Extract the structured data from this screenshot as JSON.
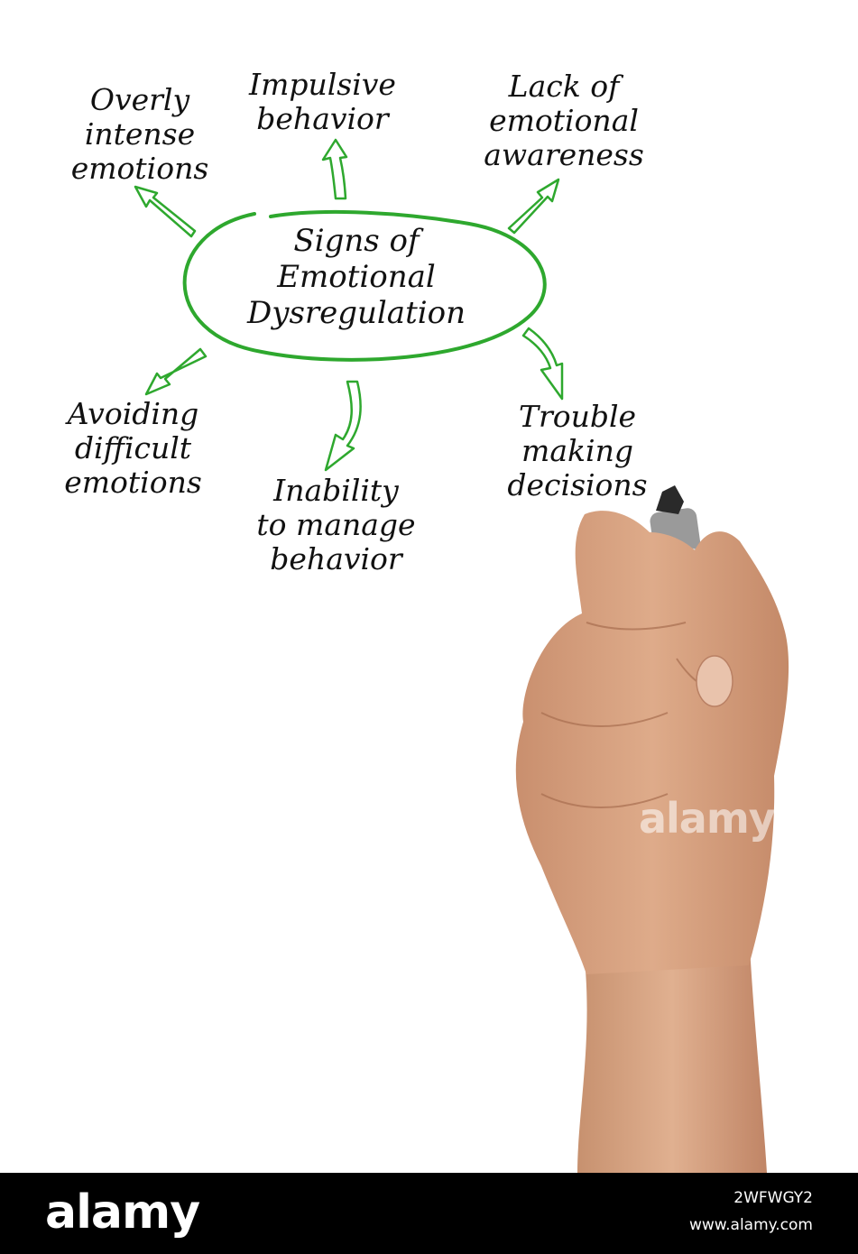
{
  "diagram": {
    "center": {
      "lines": [
        "Signs of",
        "Emotional",
        "Dysregulation"
      ]
    },
    "nodes": [
      {
        "id": "overly-intense-emotions",
        "lines": [
          "Overly",
          "intense",
          "emotions"
        ]
      },
      {
        "id": "impulsive-behavior",
        "lines": [
          "Impulsive",
          "behavior"
        ]
      },
      {
        "id": "lack-of-emotional-awareness",
        "lines": [
          "Lack of",
          "emotional",
          "awareness"
        ]
      },
      {
        "id": "avoiding-difficult-emotions",
        "lines": [
          "Avoiding",
          "difficult",
          "emotions"
        ]
      },
      {
        "id": "inability-to-manage-behavior",
        "lines": [
          "Inability",
          "to manage",
          "behavior"
        ]
      },
      {
        "id": "trouble-making-decisions",
        "lines": [
          "Trouble",
          "making",
          "decisions"
        ]
      }
    ],
    "colors": {
      "accent": "#2ea82e",
      "text": "#111111"
    }
  },
  "watermark": {
    "mid": "alamy"
  },
  "footer": {
    "logo": "alamy",
    "image_id": "2WFWGY2",
    "url": "www.alamy.com"
  }
}
